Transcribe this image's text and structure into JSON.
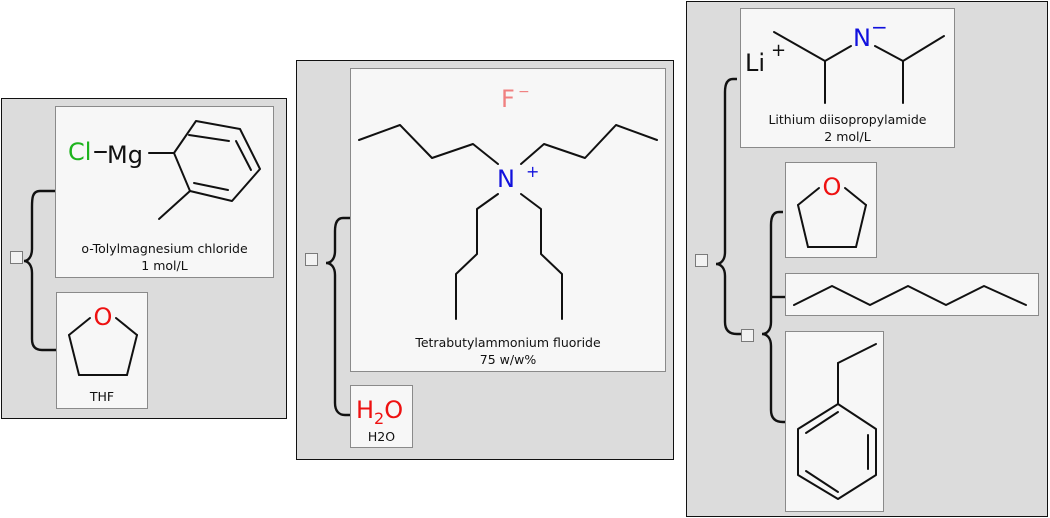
{
  "groups": [
    {
      "reagent": {
        "name": "o-Tolylmagnesium chloride",
        "concentration": "1 mol/L",
        "atoms": {
          "cl": "Cl",
          "mg": "Mg"
        }
      },
      "solvent": {
        "name": "THF",
        "atom_o": "O"
      }
    },
    {
      "reagent": {
        "name": "Tetrabutylammonium fluoride",
        "concentration": "75 w/w%",
        "atoms": {
          "f": "F",
          "f_charge": "−",
          "n": "N",
          "n_charge": "+"
        }
      },
      "solvent": {
        "name": "H2O",
        "formula_h": "H",
        "formula_sub": "2",
        "formula_o": "O"
      }
    },
    {
      "reagent": {
        "name": "Lithium diisopropylamide",
        "concentration": "2 mol/L",
        "atoms": {
          "li": "Li",
          "li_charge": "+",
          "n": "N",
          "n_charge": "−"
        }
      },
      "solvents": {
        "thf_atom_o": "O"
      }
    }
  ],
  "colors": {
    "chlorine": "#1db31d",
    "oxygen": "#ee1111",
    "nitrogen": "#1111dd",
    "fluorine": "#f08080",
    "panel_bg": "#dcdcdc",
    "card_bg": "#f7f7f7"
  }
}
